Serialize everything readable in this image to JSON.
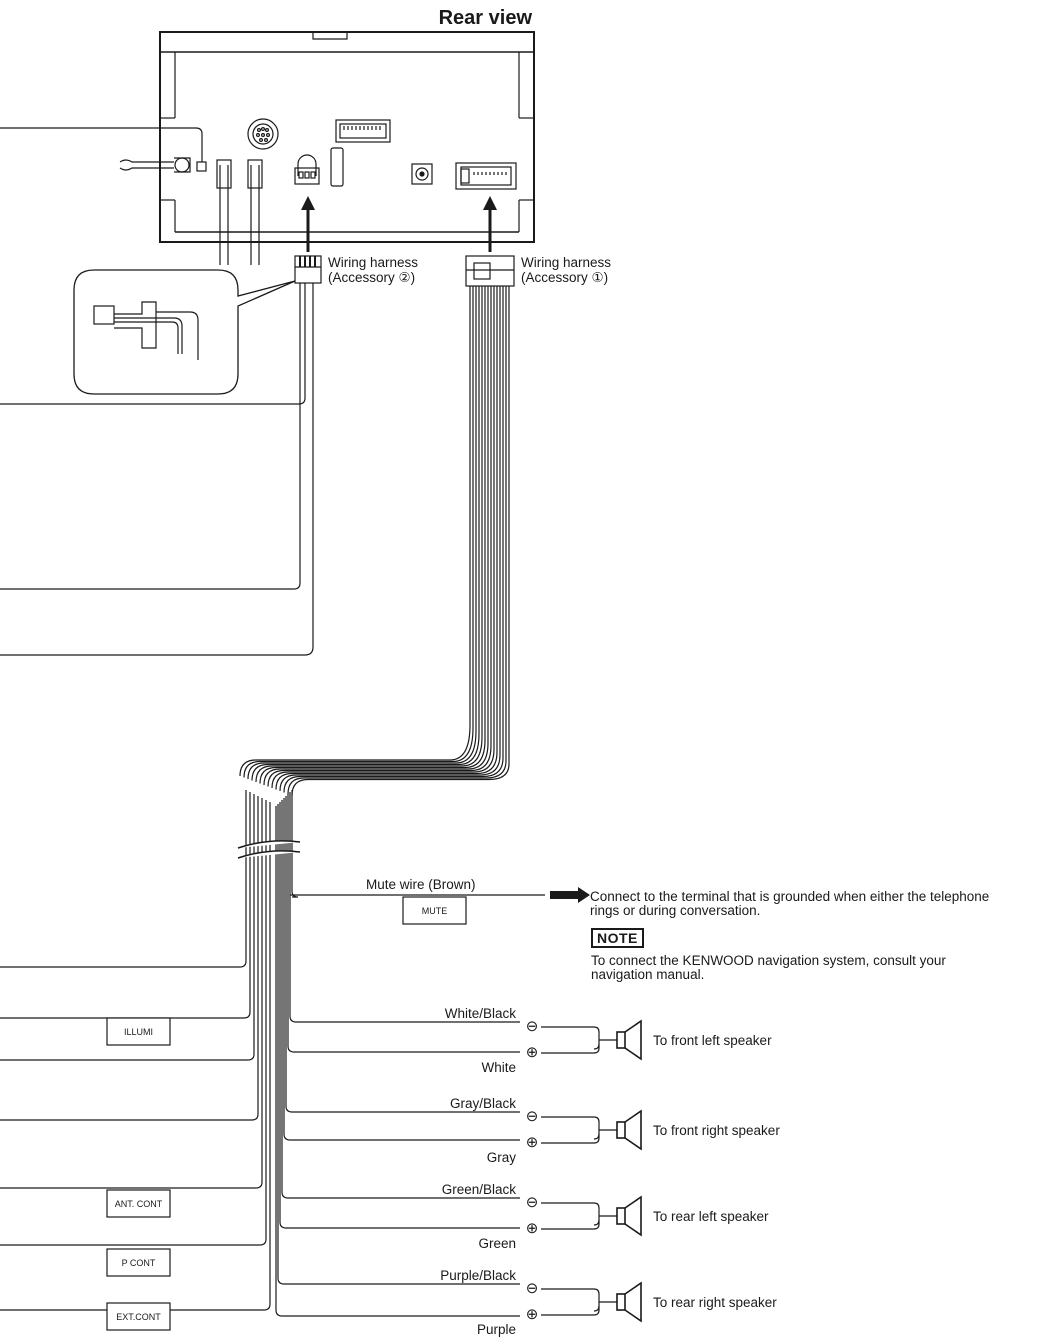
{
  "title": "Rear view",
  "harness_2": {
    "line1": "Wiring harness",
    "line2": "(Accessory ②)"
  },
  "harness_1": {
    "line1": "Wiring harness",
    "line2": "(Accessory ①)"
  },
  "mute": {
    "wire_label": "Mute wire (Brown)",
    "tag": "MUTE",
    "connect_text_1": "Connect to the terminal that is grounded when either the telephone",
    "connect_text_2": "rings or during conversation."
  },
  "note": {
    "heading": "NOTE",
    "text_1": "To connect the KENWOOD navigation system, consult your",
    "text_2": "navigation manual."
  },
  "tags": {
    "illumi": "ILLUMI",
    "ant_cont": "ANT. CONT",
    "p_cont": "P CONT",
    "ext_cont": "EXT.CONT"
  },
  "polarity": {
    "minus": "⊖",
    "plus": "⊕"
  },
  "speakers": [
    {
      "neg_wire": "White/Black",
      "pos_wire": "White",
      "label": "To front left speaker"
    },
    {
      "neg_wire": "Gray/Black",
      "pos_wire": "Gray",
      "label": "To front right speaker"
    },
    {
      "neg_wire": "Green/Black",
      "pos_wire": "Green",
      "label": "To rear left speaker"
    },
    {
      "neg_wire": "Purple/Black",
      "pos_wire": "Purple",
      "label": "To rear right speaker"
    }
  ],
  "colors": {
    "line": "#1a1a1a",
    "background": "#ffffff"
  }
}
